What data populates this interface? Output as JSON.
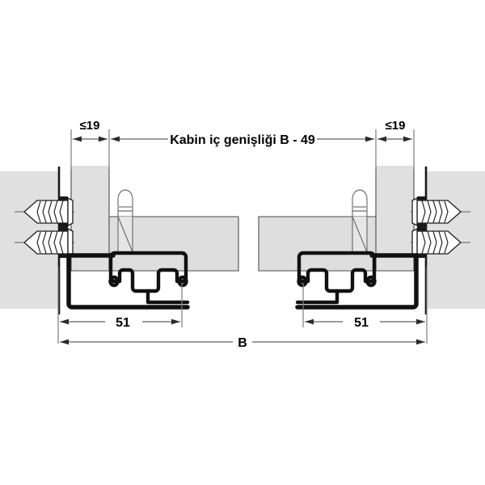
{
  "drawing": {
    "title": "Drawer slide installation cross-section",
    "language": "tr",
    "background_color": "#ffffff",
    "panel_fill_color": "#e0e0e0",
    "outline_color": "#111111",
    "dimension_line_color": "#3a3a3a"
  },
  "dimensions": {
    "top_left_clearance": "≤19",
    "top_right_clearance": "≤19",
    "cabinet_inner_width": "Kabin iç genişliği B - 49",
    "bottom_left_offset": "51",
    "bottom_right_offset": "51",
    "overall_width": "B"
  },
  "labels": {
    "clearance_left": "≤19",
    "clearance_right": "≤19",
    "inner_width": "Kabin iç genişliği B - 49",
    "rail_offset_left": "51",
    "rail_offset_right": "51",
    "total_width": "B"
  },
  "components": {
    "cabinet_side_panel_left": "cabinet-side-panel-left",
    "cabinet_side_panel_right": "cabinet-side-panel-right",
    "drawer_side_panel_left": "drawer-side-panel-left",
    "drawer_side_panel_right": "drawer-side-panel-right",
    "mounting_screws_left": "mounting-screws-left",
    "mounting_screws_right": "mounting-screws-right",
    "dowel_left": "dowel-left",
    "dowel_right": "dowel-right",
    "slide_rail_left": "slide-rail-left",
    "slide_rail_right": "slide-rail-right",
    "drawer_bottom_panel": "drawer-bottom-panel"
  }
}
